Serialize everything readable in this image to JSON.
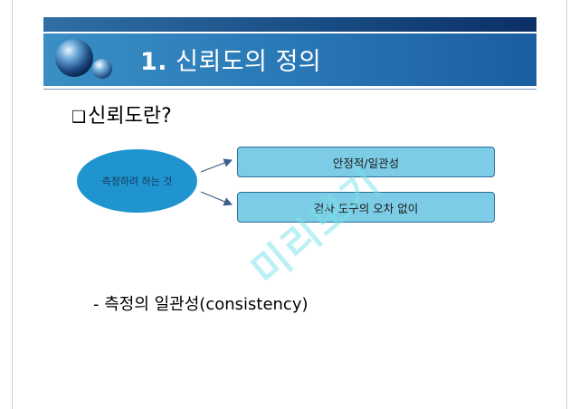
{
  "slide": {
    "title_number": "1.",
    "title_text": "신뢰도의 정의",
    "question_bullet": "❑",
    "question_text": "신뢰도란?",
    "ellipse_label": "측정하려 하는 것",
    "box1_label": "안정적/일관성",
    "box2_label": "검사 도구의 오차 없이",
    "consistency_text": "- 측정의 일관성(consistency)",
    "watermark_text": "미리보기"
  },
  "colors": {
    "header_band": "#2b7ab8",
    "top_bar": "#184a82",
    "ellipse_fill": "#1f94cf",
    "box_fill": "#7ccce5",
    "watermark": "#78e1eb"
  },
  "icons": {
    "header_decoration": "blue-spheres-icon",
    "arrow": "arrow-right-icon"
  }
}
